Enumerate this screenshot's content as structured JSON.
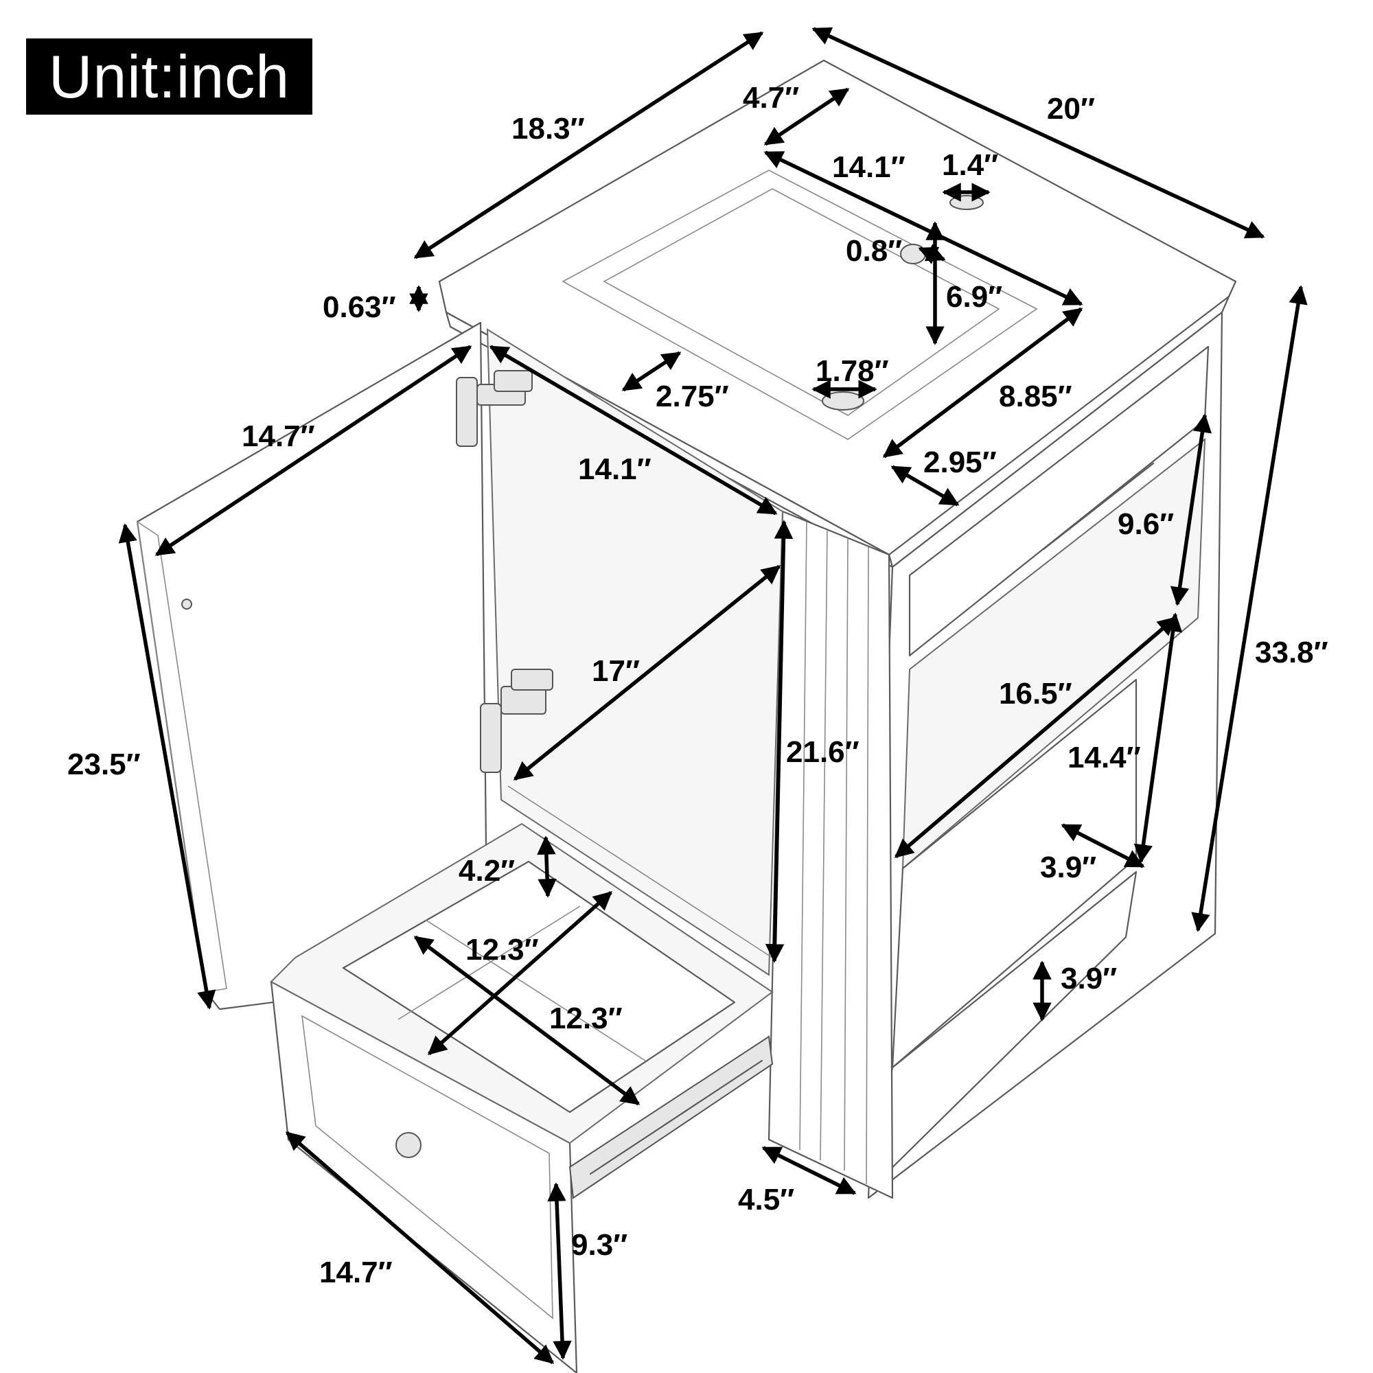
{
  "unit_label": "Unit:inch",
  "dimensions": {
    "top_depth": "18.3″",
    "top_width": "20″",
    "faucet_offset": "4.7″",
    "basin_width": "14.1″",
    "faucet_hole": "1.4″",
    "overflow_hole": "0.8″",
    "basin_depth": "6.9″",
    "top_thickness": "0.63″",
    "back_margin": "2.75″",
    "drain_hole": "1.78″",
    "basin_front_width": "8.85″",
    "front_margin": "2.95″",
    "door_width": "14.7″",
    "cabinet_inner_width": "14.1″",
    "side_drawer_height": "9.6″",
    "total_height": "33.8″",
    "inner_depth": "17″",
    "shelf_depth": "16.5″",
    "shelf_height": "14.4″",
    "door_height": "23.5″",
    "cabinet_height": "21.6″",
    "side_gap": "3.9″",
    "drawer_inner_height": "4.2″",
    "drawer_inner_depth": "12.3″",
    "drawer_inner_width": "12.3″",
    "base_height": "3.9″",
    "pilaster_width": "4.5″",
    "drawer_width": "14.7″",
    "drawer_front_height": "9.3″"
  },
  "colors": {
    "dimension_line": "#000000",
    "badge_bg": "#000000",
    "badge_text": "#ffffff"
  }
}
